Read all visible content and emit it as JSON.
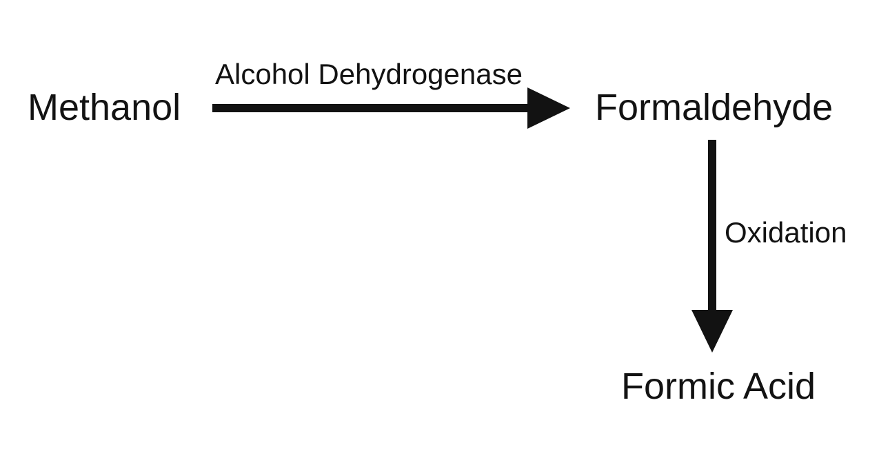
{
  "colors": {
    "background": "#ffffff",
    "ink": "#121212"
  },
  "diagram": {
    "nodes": {
      "methanol": {
        "label": "Methanol"
      },
      "formaldehyde": {
        "label": "Formaldehyde"
      },
      "formic_acid": {
        "label": "Formic Acid"
      }
    },
    "edges": {
      "step1": {
        "label": "Alcohol Dehydrogenase",
        "from": "Methanol",
        "to": "Formaldehyde",
        "direction": "right"
      },
      "step2": {
        "label": "Oxidation",
        "from": "Formaldehyde",
        "to": "Formic Acid",
        "direction": "down"
      }
    }
  }
}
